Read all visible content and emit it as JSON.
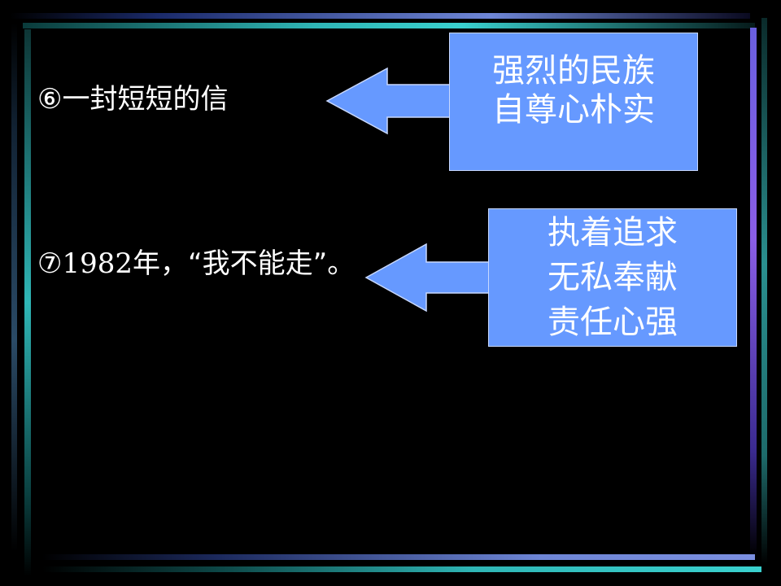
{
  "slide": {
    "item_6": {
      "text": "⑥一封短短的信"
    },
    "item_7": {
      "number": "⑦1982",
      "text_rest": "年，“我不能走”。"
    },
    "box_1": {
      "lines": [
        "强烈的民族",
        "自尊心朴实"
      ]
    },
    "box_2": {
      "lines": [
        "执着追求",
        "无私奉献",
        "责任心强"
      ]
    },
    "colors": {
      "background": "#000000",
      "box_fill": "#6699ff",
      "text": "#ffffff"
    },
    "icons": {
      "arrow_1": "left-arrow-icon",
      "arrow_2": "left-arrow-icon"
    }
  }
}
